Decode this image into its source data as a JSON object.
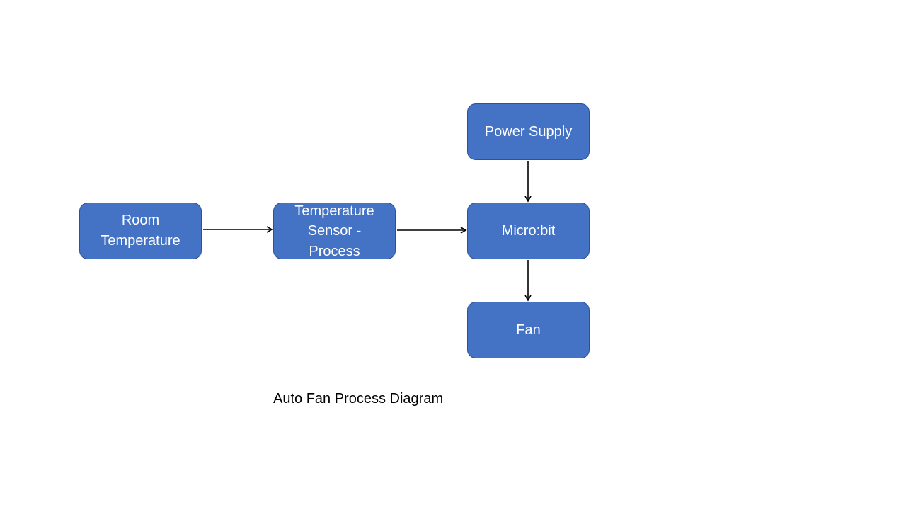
{
  "diagram": {
    "nodes": {
      "room": "Room\nTemperature",
      "sensor": "Temperature\nSensor -\nProcess",
      "power": "Power Supply",
      "microbit": "Micro:bit",
      "fan": "Fan"
    },
    "caption": "Auto Fan Process Diagram",
    "colors": {
      "node_fill": "#4472c4",
      "node_border": "#2f528f",
      "node_text": "#ffffff",
      "arrow": "#000000"
    }
  }
}
